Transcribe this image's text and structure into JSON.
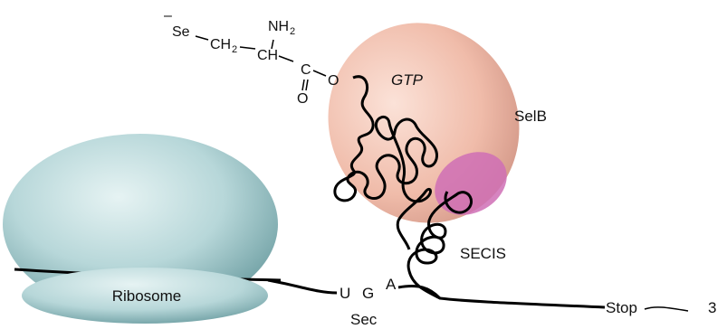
{
  "colors": {
    "ribosome_light": "#e6f3f3",
    "ribosome_mid": "#b7d7d9",
    "ribosome_dark": "#6d9ea2",
    "selb_light": "#fbe2d8",
    "selb_mid": "#f0bcaa",
    "selb_dark": "#d59a8a",
    "secis_patch": "#cf6fb5",
    "line": "#000000"
  },
  "labels": {
    "ribosome": "Ribosome",
    "selb": "SelB",
    "gtp": "GTP",
    "secis": "SECIS",
    "sec": "Sec",
    "stop": "Stop",
    "three_prime": "3",
    "codon_u": "U",
    "codon_g": "G",
    "codon_a": "A"
  },
  "chem": {
    "se": "Se",
    "minus": "–",
    "ch": "CH",
    "h2": "2",
    "c": "C",
    "o_single": "O",
    "o_double": "O",
    "nh": "NH",
    "nh_sub": "2"
  }
}
